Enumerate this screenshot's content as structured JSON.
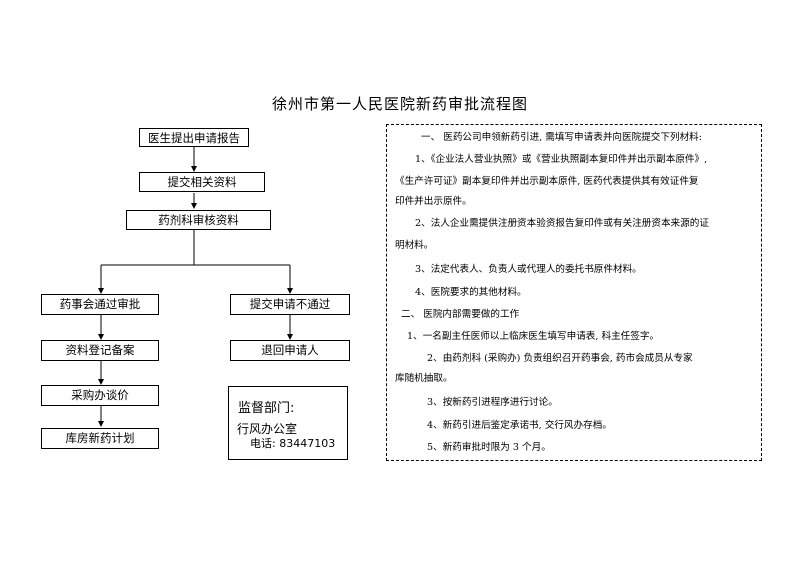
{
  "title": "徐州市第一人民医院新药审批流程图",
  "flow": {
    "doctor_apply": "医生提出申请报告",
    "submit_docs": "提交相关资料",
    "pharmacy_review": "药剂科审核资料",
    "committee_pass": "药事会通过审批",
    "not_pass": "提交申请不通过",
    "register": "资料登记备案",
    "return_applicant": "退回申请人",
    "purchase_talk": "采购办谈价",
    "warehouse_plan": "库房新药计划"
  },
  "supervision": {
    "heading": "监督部门:",
    "office": "行风办公室",
    "phone": "电话: 83447103"
  },
  "rules": {
    "lines": [
      "一、 医药公司申领新药引进, 需填写申请表并向医院提交下列材料:",
      "1、《企业法人营业执照》或《营业执照副本复印件并出示副本原件》,",
      "《生产许可证》副本复印件并出示副本原件, 医药代表提供其有效证件复",
      "印件并出示原件。",
      "2、法人企业需提供注册资本验资报告复印件或有关注册资本来源的证",
      "明材料。",
      "3、法定代表人、负责人或代理人的委托书原件材料。",
      "4、医院要求的其他材料。",
      "二、 医院内部需要做的工作",
      "1、一名副主任医师以上临床医生填写申请表, 科主任签字。",
      "2、由药剂科 (采购办) 负责组织召开药事会, 药市会成员从专家",
      "库随机抽取。",
      "3、按新药引进程序进行讨论。",
      "4、新药引进后鉴定承诺书, 交行风办存档。",
      "5、新药审批时限为 3 个月。"
    ]
  }
}
